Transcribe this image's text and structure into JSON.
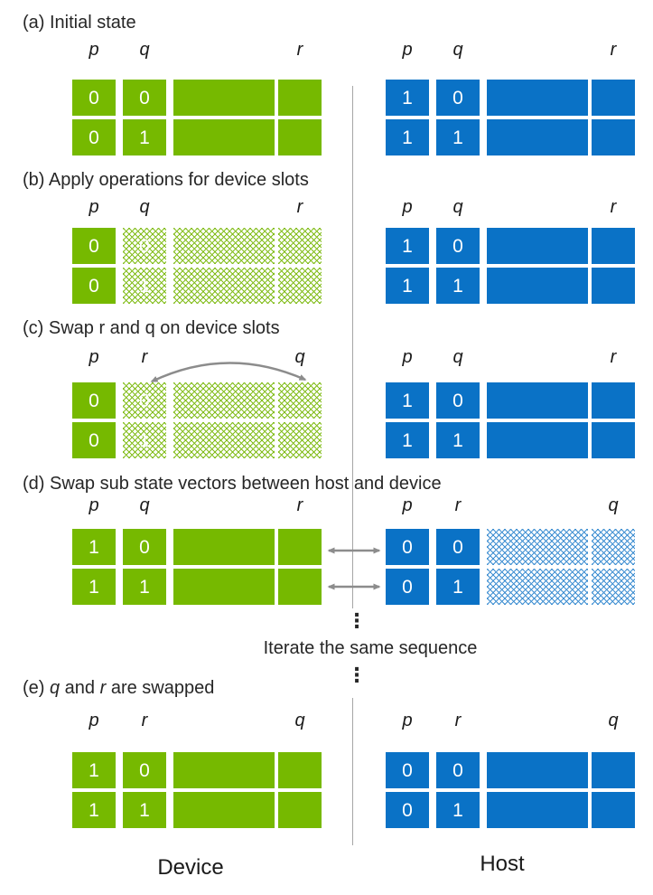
{
  "palette": {
    "device_green": "#76B900",
    "host_blue": "#0A72C6",
    "arrow_gray": "#8C8C8C",
    "divider_gray": "#A6A6A6",
    "digit_white": "#FFFFFF"
  },
  "sections": {
    "a": {
      "title": "(a) Initial state",
      "device": {
        "labels": [
          "p",
          "q",
          "r"
        ],
        "rows": [
          [
            "0",
            "0"
          ],
          [
            "0",
            "1"
          ]
        ]
      },
      "host": {
        "labels": [
          "p",
          "q",
          "r"
        ],
        "rows": [
          [
            "1",
            "0"
          ],
          [
            "1",
            "1"
          ]
        ]
      }
    },
    "b": {
      "title": "(b) Apply operations for device slots",
      "device": {
        "labels": [
          "p",
          "q",
          "r"
        ],
        "rows": [
          [
            "0",
            "0"
          ],
          [
            "0",
            "1"
          ]
        ]
      },
      "host": {
        "labels": [
          "p",
          "q",
          "r"
        ],
        "rows": [
          [
            "1",
            "0"
          ],
          [
            "1",
            "1"
          ]
        ]
      }
    },
    "c": {
      "title": "(c) Swap r and q on device slots",
      "device": {
        "labels": [
          "p",
          "r",
          "q"
        ],
        "rows": [
          [
            "0",
            "0"
          ],
          [
            "0",
            "1"
          ]
        ]
      },
      "host": {
        "labels": [
          "p",
          "q",
          "r"
        ],
        "rows": [
          [
            "1",
            "0"
          ],
          [
            "1",
            "1"
          ]
        ]
      }
    },
    "d": {
      "title": "(d) Swap sub state vectors between host and device",
      "device": {
        "labels": [
          "p",
          "q",
          "r"
        ],
        "rows": [
          [
            "1",
            "0"
          ],
          [
            "1",
            "1"
          ]
        ]
      },
      "host": {
        "labels": [
          "p",
          "r",
          "q"
        ],
        "rows": [
          [
            "0",
            "0"
          ],
          [
            "0",
            "1"
          ]
        ]
      }
    },
    "e": {
      "title_parts": [
        "(e) ",
        "q",
        " and ",
        "r",
        " are swapped"
      ],
      "device": {
        "labels": [
          "p",
          "r",
          "q"
        ],
        "rows": [
          [
            "1",
            "0"
          ],
          [
            "1",
            "1"
          ]
        ]
      },
      "host": {
        "labels": [
          "p",
          "r",
          "q"
        ],
        "rows": [
          [
            "0",
            "0"
          ],
          [
            "0",
            "1"
          ]
        ]
      }
    }
  },
  "middle": {
    "iterate_label": "Iterate the same sequence",
    "ellipsis": "⋮"
  },
  "footer": {
    "device_label": "Device",
    "host_label": "Host"
  }
}
